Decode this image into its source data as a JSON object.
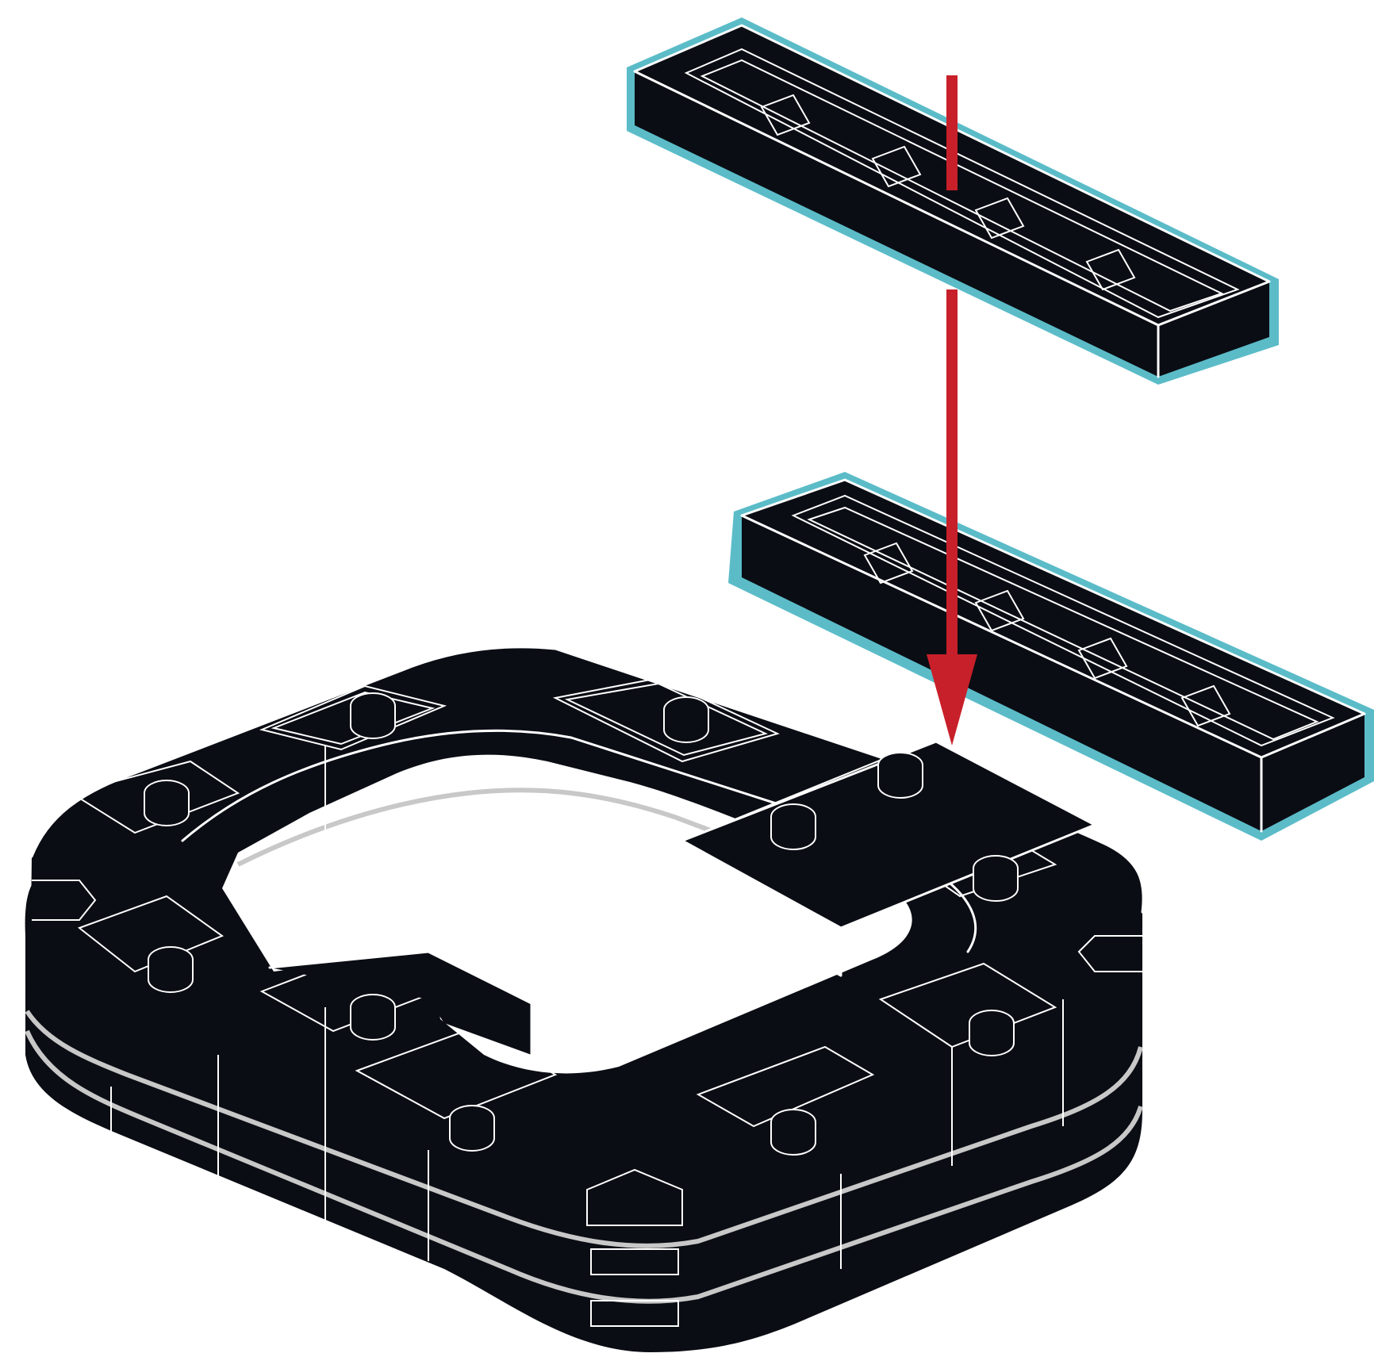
{
  "diagram": {
    "type": "assembly-instruction-step",
    "colors": {
      "background": "#ffffff",
      "brick_fill": "#0b0d14",
      "brick_edge": "#ffffff",
      "highlight_outline": "#5bbcc8",
      "arrow": "#c8202a",
      "seam": "#c8c8c8"
    },
    "parts": [
      {
        "name": "plate-1x8-upper",
        "highlighted": true
      },
      {
        "name": "plate-1x8-lower",
        "highlighted": true
      },
      {
        "name": "base-ring-assembly",
        "highlighted": false
      }
    ],
    "arrow": {
      "direction": "down"
    }
  }
}
